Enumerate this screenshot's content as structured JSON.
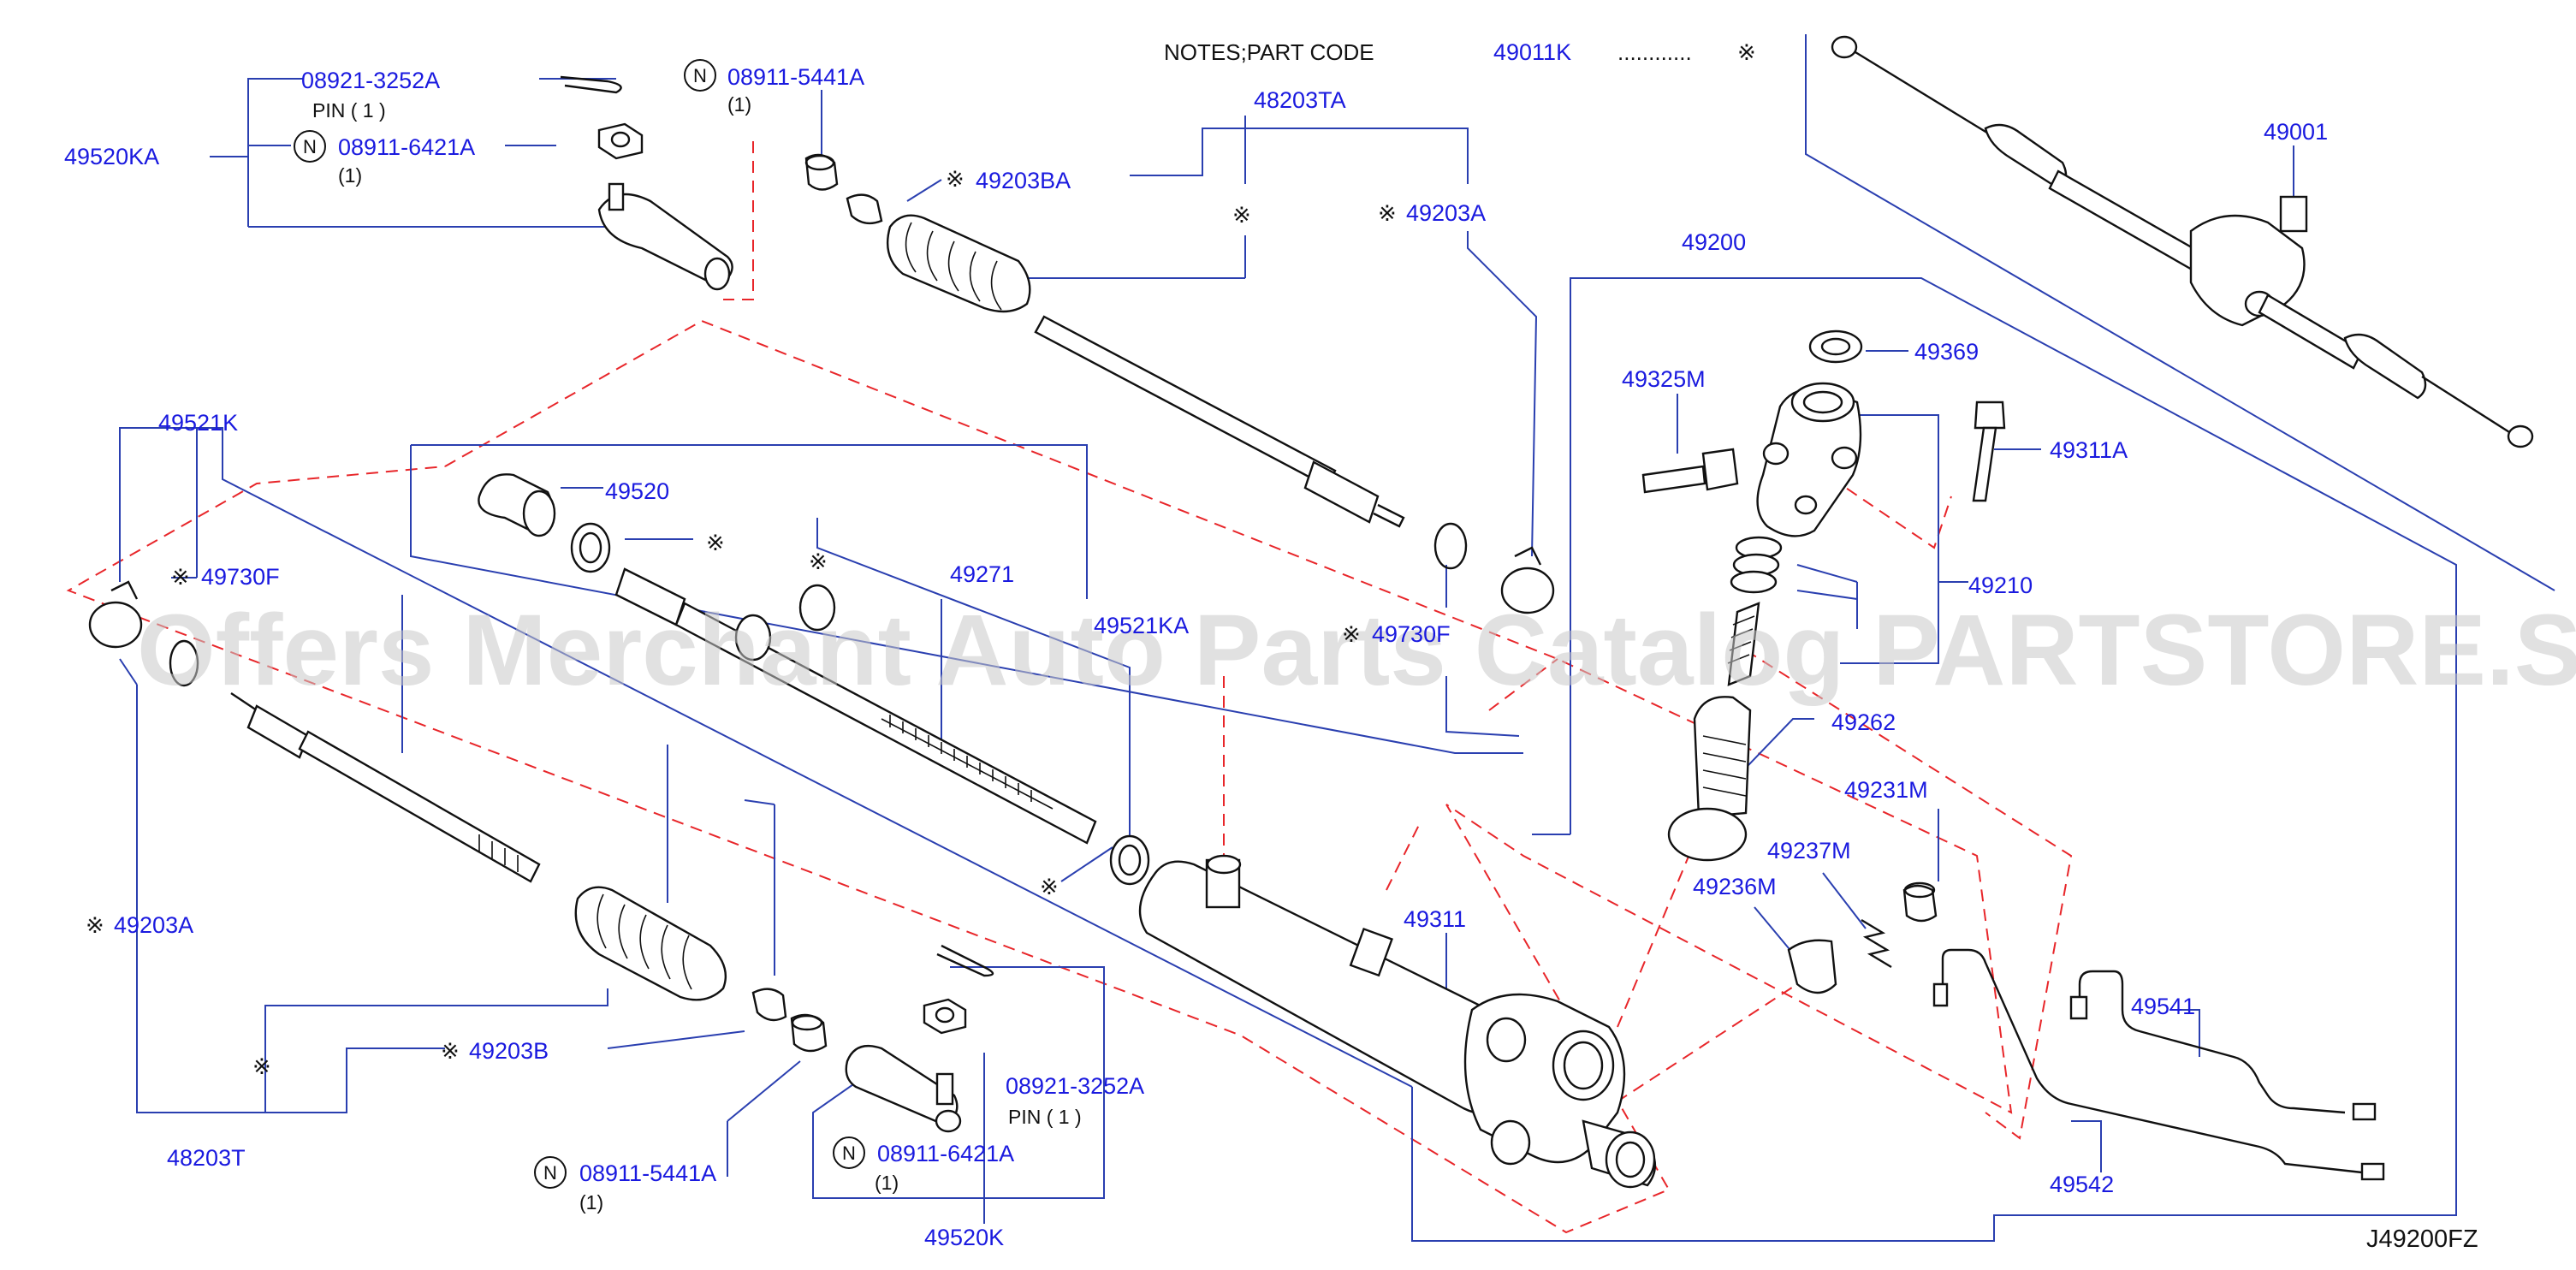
{
  "notes": {
    "label": "NOTES;PART CODE",
    "code": "49011K",
    "dots": "............",
    "mark": "※"
  },
  "watermark": "Offers Merchant Auto Parts Catalog PARTSTORE.SA",
  "diagram_code": "J49200FZ",
  "n_symbol": "N",
  "ref_mark": "※",
  "labels": {
    "p49520KA": "49520KA",
    "p08921_top": "08921-3252A",
    "pin_top": "PIN  ( 1 )",
    "p08911_6421_top": "08911-6421A",
    "qty_6421_top": "(1)",
    "p08911_5441_top": "08911-5441A",
    "qty_5441_top": "(1)",
    "p49203BA": "49203BA",
    "p48203TA": "48203TA",
    "p49203A_top": "49203A",
    "p49200": "49200",
    "p49001": "49001",
    "p49369": "49369",
    "p49325M": "49325M",
    "p49311A": "49311A",
    "p49210": "49210",
    "p49520": "49520",
    "p49521K": "49521K",
    "p49730F_left": "49730F",
    "p49271": "49271",
    "p49521KA": "49521KA",
    "p49730F_mid": "49730F",
    "p49262": "49262",
    "p49231M": "49231M",
    "p49237M": "49237M",
    "p49236M": "49236M",
    "p49311": "49311",
    "p49541": "49541",
    "p49542": "49542",
    "p49203A_left": "49203A",
    "p49203B": "49203B",
    "p48203T": "48203T",
    "p08921_bot": "08921-3252A",
    "pin_bot": "PIN  ( 1 )",
    "p08911_6421_bot": "08911-6421A",
    "qty_6421_bot": "(1)",
    "p08911_5441_bot": "08911-5441A",
    "qty_5441_bot": "(1)",
    "p49520K": "49520K"
  }
}
